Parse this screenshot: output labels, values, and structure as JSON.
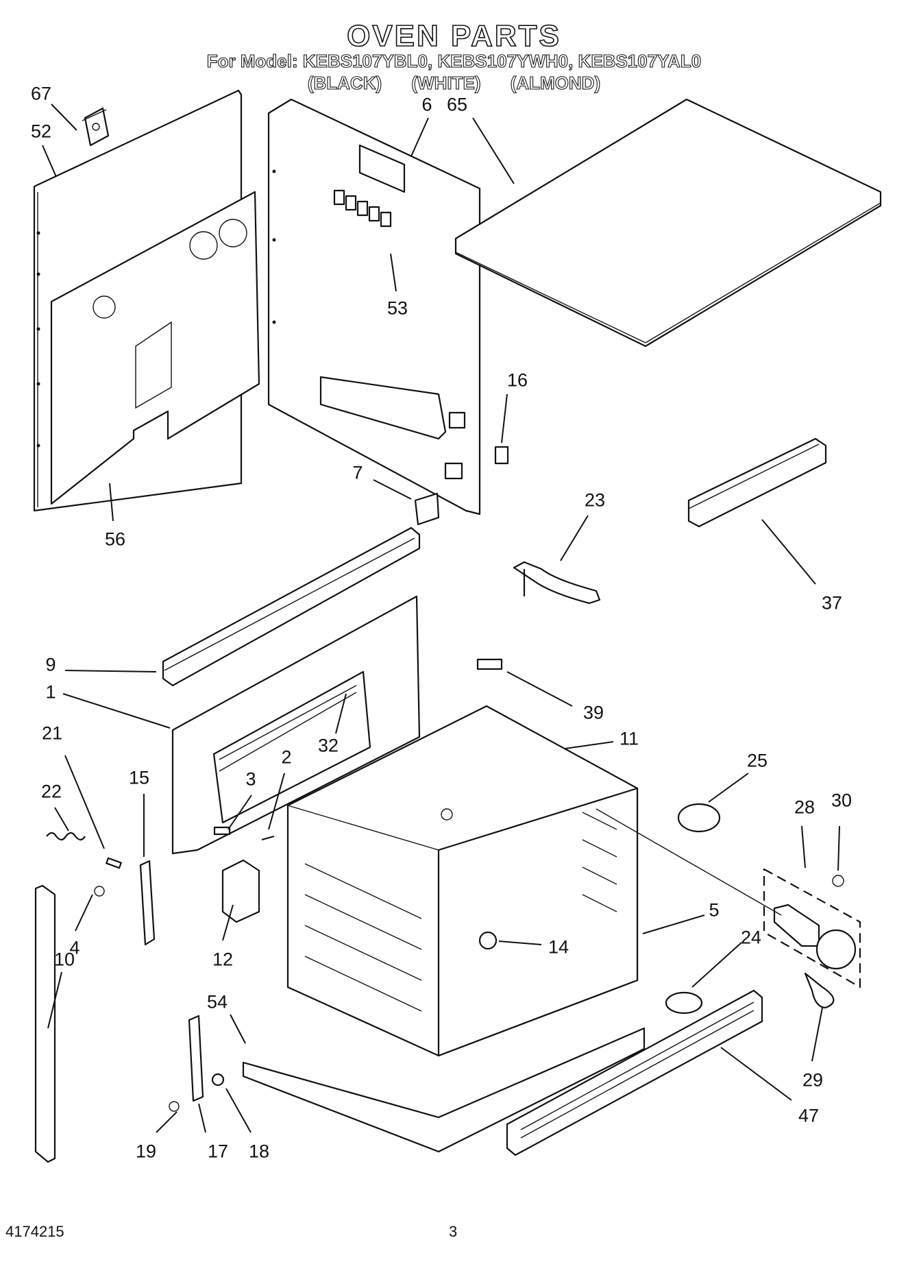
{
  "header": {
    "title": "OVEN PARTS",
    "models": "For Model: KEBS107YBL0, KEBS107YWH0, KEBS107YAL0",
    "colors": [
      "(BLACK)",
      "(WHITE)",
      "(ALMOND)"
    ]
  },
  "callouts": [
    {
      "id": "67",
      "label": "67"
    },
    {
      "id": "52",
      "label": "52"
    },
    {
      "id": "6",
      "label": "6"
    },
    {
      "id": "65",
      "label": "65"
    },
    {
      "id": "53",
      "label": "53"
    },
    {
      "id": "16",
      "label": "16"
    },
    {
      "id": "7",
      "label": "7"
    },
    {
      "id": "56",
      "label": "56"
    },
    {
      "id": "23",
      "label": "23"
    },
    {
      "id": "37",
      "label": "37"
    },
    {
      "id": "9",
      "label": "9"
    },
    {
      "id": "1",
      "label": "1"
    },
    {
      "id": "39",
      "label": "39"
    },
    {
      "id": "21",
      "label": "21"
    },
    {
      "id": "32",
      "label": "32"
    },
    {
      "id": "11",
      "label": "11"
    },
    {
      "id": "15",
      "label": "15"
    },
    {
      "id": "2",
      "label": "2"
    },
    {
      "id": "25",
      "label": "25"
    },
    {
      "id": "22",
      "label": "22"
    },
    {
      "id": "3",
      "label": "3"
    },
    {
      "id": "28",
      "label": "28"
    },
    {
      "id": "30",
      "label": "30"
    },
    {
      "id": "5",
      "label": "5"
    },
    {
      "id": "4",
      "label": "4"
    },
    {
      "id": "14",
      "label": "14"
    },
    {
      "id": "24",
      "label": "24"
    },
    {
      "id": "12",
      "label": "12"
    },
    {
      "id": "10",
      "label": "10"
    },
    {
      "id": "54",
      "label": "54"
    },
    {
      "id": "29",
      "label": "29"
    },
    {
      "id": "47",
      "label": "47"
    },
    {
      "id": "19",
      "label": "19"
    },
    {
      "id": "17",
      "label": "17"
    },
    {
      "id": "18",
      "label": "18"
    }
  ],
  "footer": {
    "doc_number": "4174215",
    "page_number": "3"
  }
}
